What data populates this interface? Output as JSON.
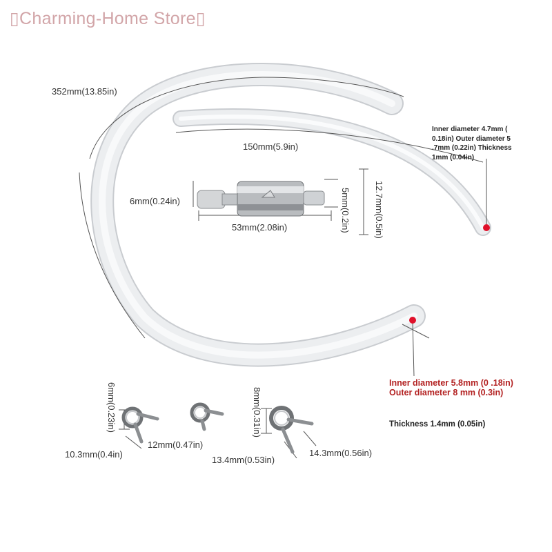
{
  "store_title": "▯Charming-Home Store▯",
  "labels": {
    "long_tube_length": "352mm(13.85in)",
    "short_tube_length": "150mm(5.9in)",
    "filter_inlet": "6mm(0.24in)",
    "filter_length": "53mm(2.08in)",
    "filter_outlet": "5mm(0.2in)",
    "filter_diameter": "12.7mm(0.5in)",
    "clip1_height": "6mm(0.23in)",
    "clip1_width": "10.3mm(0.4in)",
    "clip2_width": "12mm(0.47in)",
    "clip3_height": "8mm(0.31in)",
    "clip3_width": "13.4mm(0.53in)",
    "clip3_span": "14.3mm(0.56in)"
  },
  "spec_small_tube": "Inner diameter 4.7mm ( 0.18in) Outer diameter 5 .7mm (0.22in) Thickness 1mm (0.04in)",
  "spec_large_tube": "Inner diameter 5.8mm (0 .18in) Outer diameter 8 mm (0.3in)",
  "spec_large_thickness": "Thickness 1.4mm (0.05in)",
  "colors": {
    "store_title": "#d2a5a8",
    "marker": "#e0102a",
    "callout_text": "#b32222",
    "tube": "#e6e8ea"
  }
}
